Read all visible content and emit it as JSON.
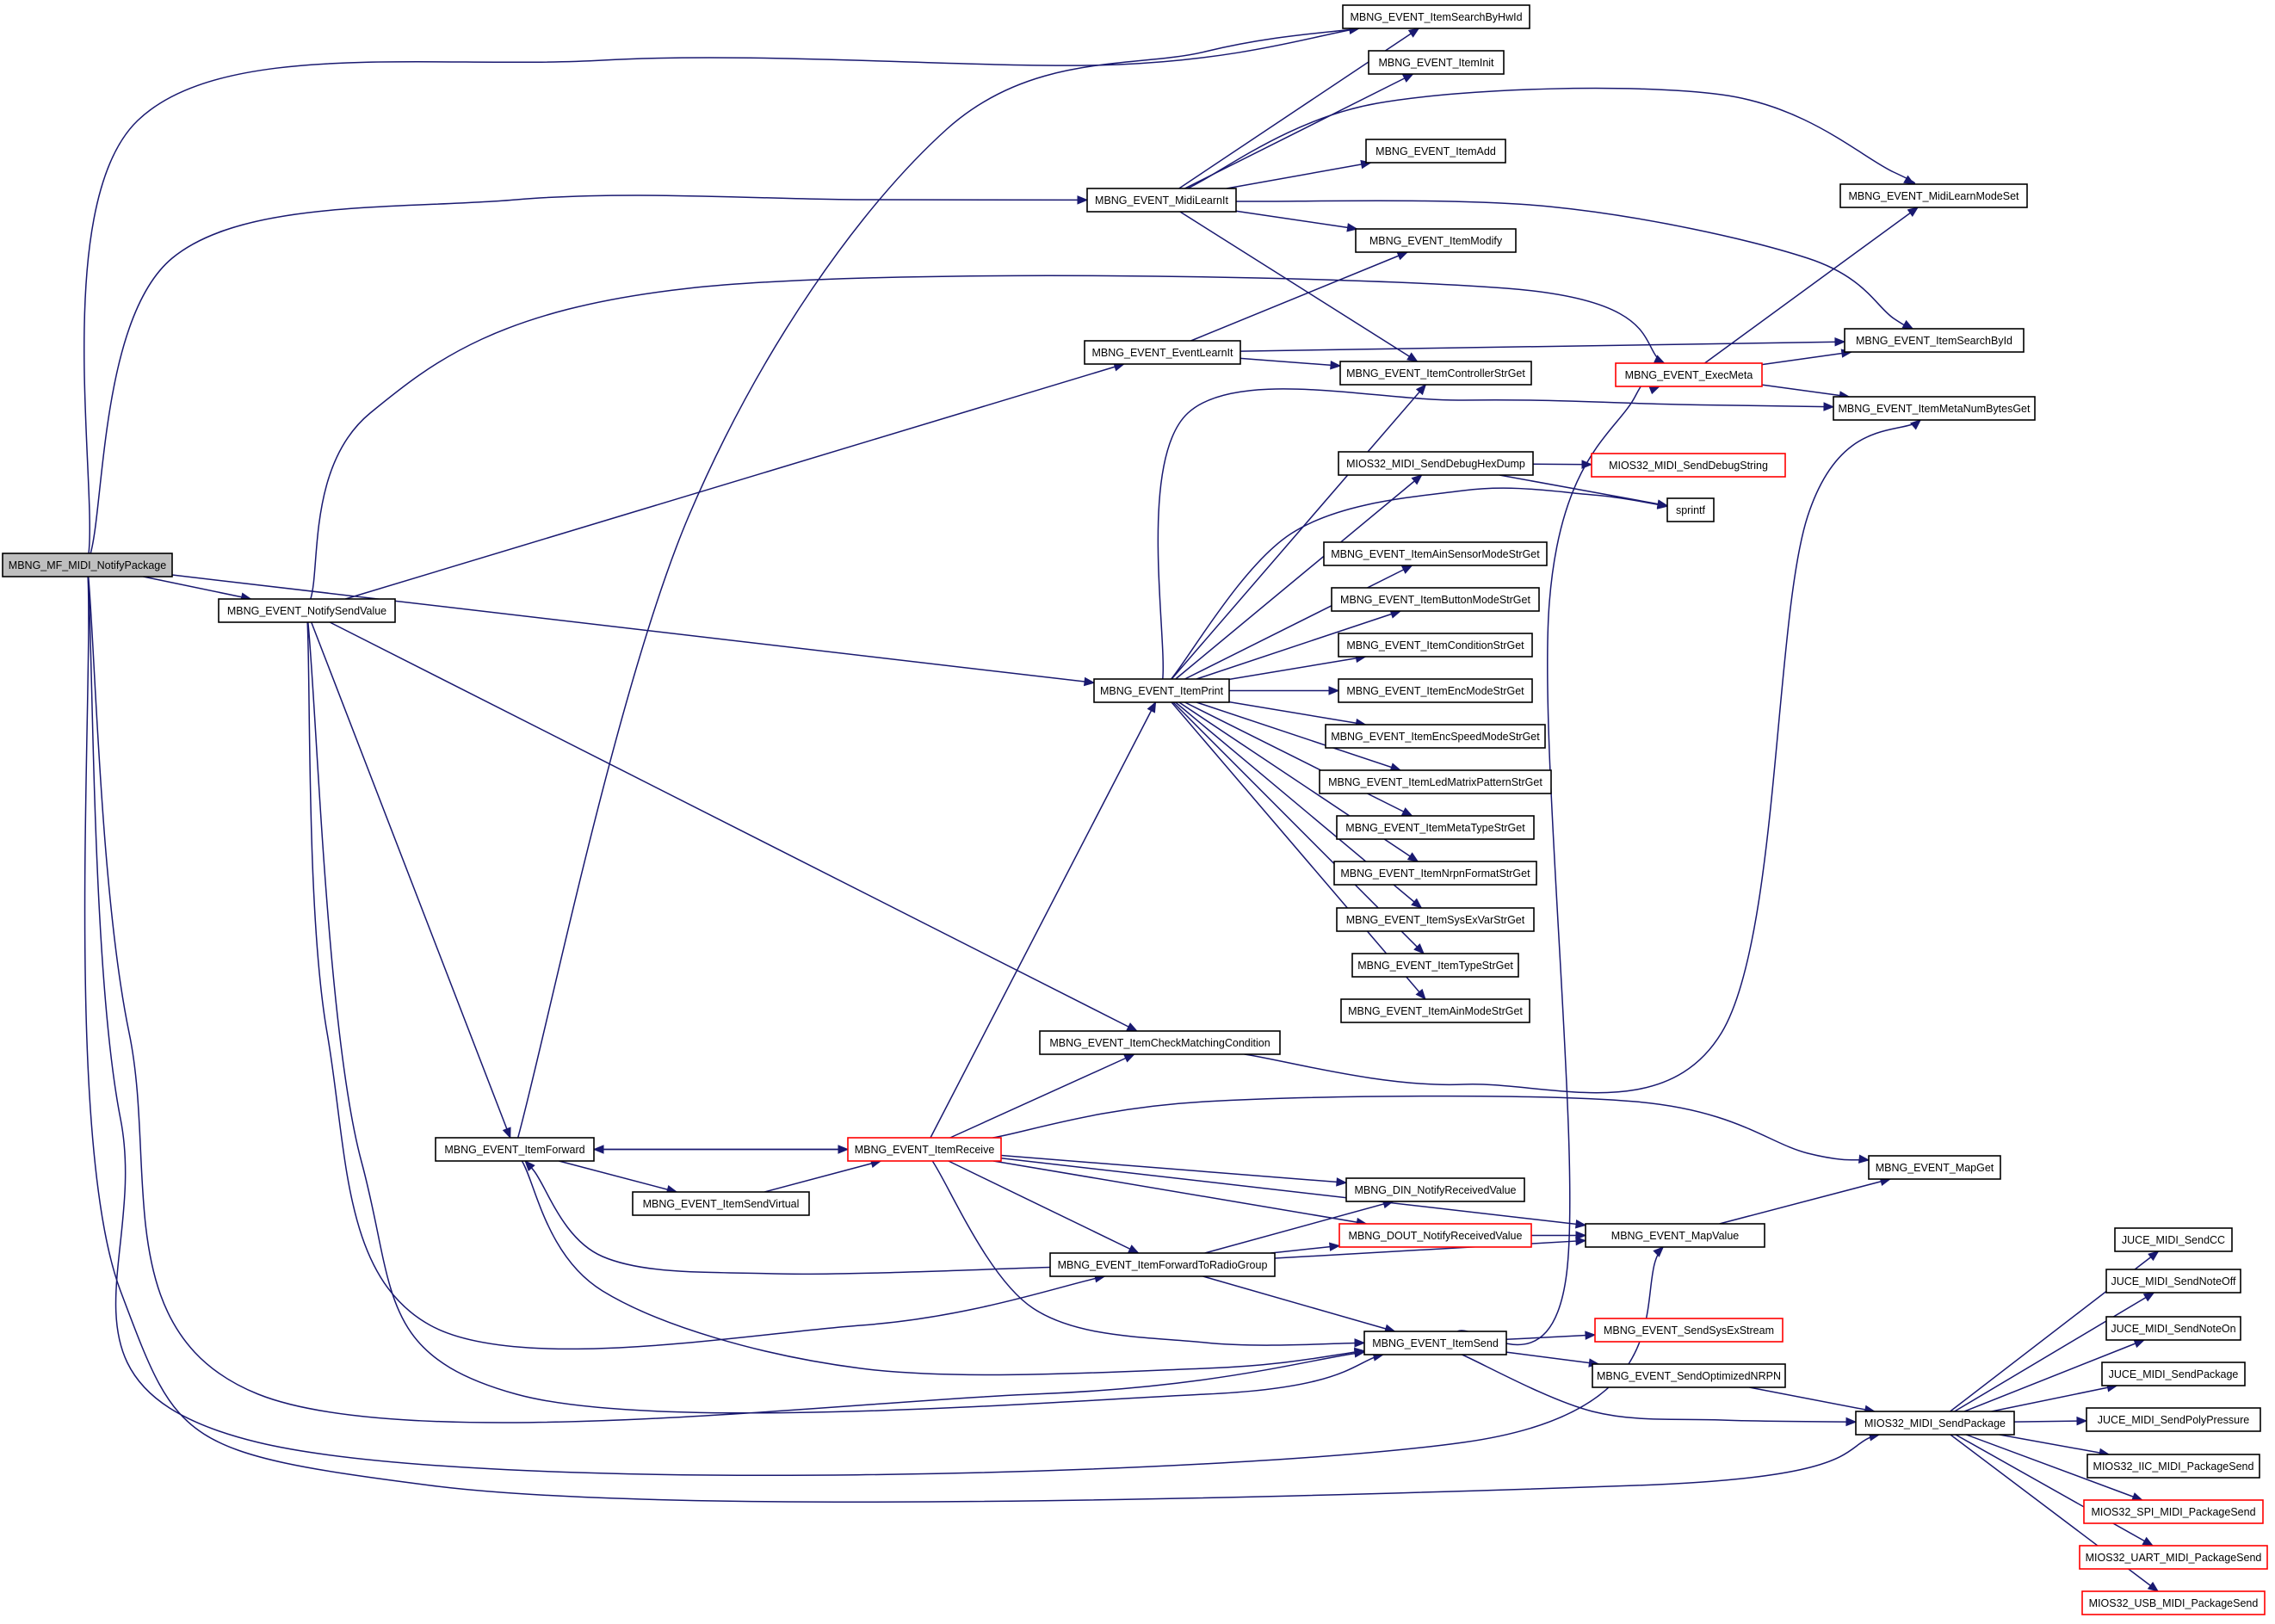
{
  "colors": {
    "edge": "#191970",
    "node_border": "#000000",
    "node_border_truncated": "#ff0000",
    "node_fill": "#ffffff",
    "root_fill": "#bfbfbf"
  },
  "nodes": [
    {
      "id": "mf_notify",
      "label": "MBNG_MF_MIDI_NotifyPackage",
      "kind": "root"
    },
    {
      "id": "notify_send",
      "label": "MBNG_EVENT_NotifySendValue",
      "kind": "normal"
    },
    {
      "id": "item_forward",
      "label": "MBNG_EVENT_ItemForward",
      "kind": "normal"
    },
    {
      "id": "item_send_virtual",
      "label": "MBNG_EVENT_ItemSendVirtual",
      "kind": "normal"
    },
    {
      "id": "item_receive",
      "label": "MBNG_EVENT_ItemReceive",
      "kind": "truncated"
    },
    {
      "id": "check_match",
      "label": "MBNG_EVENT_ItemCheckMatchingCondition",
      "kind": "normal"
    },
    {
      "id": "fwd_radio",
      "label": "MBNG_EVENT_ItemForwardToRadioGroup",
      "kind": "normal"
    },
    {
      "id": "event_learn",
      "label": "MBNG_EVENT_EventLearnIt",
      "kind": "normal"
    },
    {
      "id": "midi_learn",
      "label": "MBNG_EVENT_MidiLearnIt",
      "kind": "normal"
    },
    {
      "id": "item_print",
      "label": "MBNG_EVENT_ItemPrint",
      "kind": "normal"
    },
    {
      "id": "search_hwid",
      "label": "MBNG_EVENT_ItemSearchByHwId",
      "kind": "normal"
    },
    {
      "id": "item_init",
      "label": "MBNG_EVENT_ItemInit",
      "kind": "normal"
    },
    {
      "id": "item_add",
      "label": "MBNG_EVENT_ItemAdd",
      "kind": "normal"
    },
    {
      "id": "item_modify",
      "label": "MBNG_EVENT_ItemModify",
      "kind": "normal"
    },
    {
      "id": "ctrl_str",
      "label": "MBNG_EVENT_ItemControllerStrGet",
      "kind": "normal"
    },
    {
      "id": "hexdump",
      "label": "MIOS32_MIDI_SendDebugHexDump",
      "kind": "normal"
    },
    {
      "id": "ain_sensor",
      "label": "MBNG_EVENT_ItemAinSensorModeStrGet",
      "kind": "normal"
    },
    {
      "id": "button_mode",
      "label": "MBNG_EVENT_ItemButtonModeStrGet",
      "kind": "normal"
    },
    {
      "id": "condition_str",
      "label": "MBNG_EVENT_ItemConditionStrGet",
      "kind": "normal"
    },
    {
      "id": "enc_mode",
      "label": "MBNG_EVENT_ItemEncModeStrGet",
      "kind": "normal"
    },
    {
      "id": "enc_speed",
      "label": "MBNG_EVENT_ItemEncSpeedModeStrGet",
      "kind": "normal"
    },
    {
      "id": "led_matrix",
      "label": "MBNG_EVENT_ItemLedMatrixPatternStrGet",
      "kind": "normal"
    },
    {
      "id": "meta_type",
      "label": "MBNG_EVENT_ItemMetaTypeStrGet",
      "kind": "normal"
    },
    {
      "id": "nrpn_fmt",
      "label": "MBNG_EVENT_ItemNrpnFormatStrGet",
      "kind": "normal"
    },
    {
      "id": "sysex_var",
      "label": "MBNG_EVENT_ItemSysExVarStrGet",
      "kind": "normal"
    },
    {
      "id": "type_str",
      "label": "MBNG_EVENT_ItemTypeStrGet",
      "kind": "normal"
    },
    {
      "id": "ain_mode",
      "label": "MBNG_EVENT_ItemAinModeStrGet",
      "kind": "normal"
    },
    {
      "id": "din_notify",
      "label": "MBNG_DIN_NotifyReceivedValue",
      "kind": "normal"
    },
    {
      "id": "dout_notify",
      "label": "MBNG_DOUT_NotifyReceivedValue",
      "kind": "truncated"
    },
    {
      "id": "item_send",
      "label": "MBNG_EVENT_ItemSend",
      "kind": "normal"
    },
    {
      "id": "exec_meta",
      "label": "MBNG_EVENT_ExecMeta",
      "kind": "truncated"
    },
    {
      "id": "debug_string",
      "label": "MIOS32_MIDI_SendDebugString",
      "kind": "truncated"
    },
    {
      "id": "sprintf",
      "label": "sprintf",
      "kind": "normal"
    },
    {
      "id": "send_sysex",
      "label": "MBNG_EVENT_SendSysExStream",
      "kind": "truncated"
    },
    {
      "id": "send_nrpn",
      "label": "MBNG_EVENT_SendOptimizedNRPN",
      "kind": "normal"
    },
    {
      "id": "map_value",
      "label": "MBNG_EVENT_MapValue",
      "kind": "normal"
    },
    {
      "id": "map_get",
      "label": "MBNG_EVENT_MapGet",
      "kind": "normal"
    },
    {
      "id": "learn_mode_set",
      "label": "MBNG_EVENT_MidiLearnModeSet",
      "kind": "normal"
    },
    {
      "id": "search_id",
      "label": "MBNG_EVENT_ItemSearchById",
      "kind": "normal"
    },
    {
      "id": "meta_bytes",
      "label": "MBNG_EVENT_ItemMetaNumBytesGet",
      "kind": "normal"
    },
    {
      "id": "send_package",
      "label": "MIOS32_MIDI_SendPackage",
      "kind": "normal"
    },
    {
      "id": "juce_cc",
      "label": "JUCE_MIDI_SendCC",
      "kind": "normal"
    },
    {
      "id": "juce_noteoff",
      "label": "JUCE_MIDI_SendNoteOff",
      "kind": "normal"
    },
    {
      "id": "juce_noteon",
      "label": "JUCE_MIDI_SendNoteOn",
      "kind": "normal"
    },
    {
      "id": "juce_package",
      "label": "JUCE_MIDI_SendPackage",
      "kind": "normal"
    },
    {
      "id": "juce_poly",
      "label": "JUCE_MIDI_SendPolyPressure",
      "kind": "normal"
    },
    {
      "id": "iic_send",
      "label": "MIOS32_IIC_MIDI_PackageSend",
      "kind": "normal"
    },
    {
      "id": "spi_send",
      "label": "MIOS32_SPI_MIDI_PackageSend",
      "kind": "truncated"
    },
    {
      "id": "uart_send",
      "label": "MIOS32_UART_MIDI_PackageSend",
      "kind": "truncated"
    },
    {
      "id": "usb_send",
      "label": "MIOS32_USB_MIDI_PackageSend",
      "kind": "truncated"
    }
  ],
  "edges": [
    [
      "mf_notify",
      "search_hwid"
    ],
    [
      "mf_notify",
      "midi_learn"
    ],
    [
      "mf_notify",
      "notify_send"
    ],
    [
      "mf_notify",
      "item_print"
    ],
    [
      "mf_notify",
      "item_send"
    ],
    [
      "mf_notify",
      "map_value"
    ],
    [
      "mf_notify",
      "send_package"
    ],
    [
      "notify_send",
      "exec_meta"
    ],
    [
      "notify_send",
      "event_learn"
    ],
    [
      "notify_send",
      "check_match"
    ],
    [
      "notify_send",
      "item_forward"
    ],
    [
      "notify_send",
      "fwd_radio"
    ],
    [
      "notify_send",
      "item_send"
    ],
    [
      "item_forward",
      "search_hwid"
    ],
    [
      "item_forward",
      "item_receive"
    ],
    [
      "item_forward",
      "item_send_virtual"
    ],
    [
      "item_forward",
      "item_send"
    ],
    [
      "item_send_virtual",
      "item_receive"
    ],
    [
      "item_receive",
      "item_forward"
    ],
    [
      "item_receive",
      "item_print"
    ],
    [
      "item_receive",
      "check_match"
    ],
    [
      "item_receive",
      "map_get"
    ],
    [
      "item_receive",
      "map_value"
    ],
    [
      "item_receive",
      "din_notify"
    ],
    [
      "item_receive",
      "dout_notify"
    ],
    [
      "item_receive",
      "fwd_radio"
    ],
    [
      "item_receive",
      "item_send"
    ],
    [
      "fwd_radio",
      "item_forward"
    ],
    [
      "fwd_radio",
      "din_notify"
    ],
    [
      "fwd_radio",
      "dout_notify"
    ],
    [
      "fwd_radio",
      "map_value"
    ],
    [
      "fwd_radio",
      "item_send"
    ],
    [
      "check_match",
      "meta_bytes"
    ],
    [
      "event_learn",
      "item_modify"
    ],
    [
      "event_learn",
      "search_id"
    ],
    [
      "event_learn",
      "ctrl_str"
    ],
    [
      "midi_learn",
      "search_hwid"
    ],
    [
      "midi_learn",
      "item_init"
    ],
    [
      "midi_learn",
      "item_add"
    ],
    [
      "midi_learn",
      "item_modify"
    ],
    [
      "midi_learn",
      "ctrl_str"
    ],
    [
      "midi_learn",
      "learn_mode_set"
    ],
    [
      "midi_learn",
      "search_id"
    ],
    [
      "item_print",
      "ctrl_str"
    ],
    [
      "item_print",
      "meta_bytes"
    ],
    [
      "item_print",
      "hexdump"
    ],
    [
      "item_print",
      "sprintf"
    ],
    [
      "item_print",
      "ain_sensor"
    ],
    [
      "item_print",
      "button_mode"
    ],
    [
      "item_print",
      "condition_str"
    ],
    [
      "item_print",
      "enc_mode"
    ],
    [
      "item_print",
      "enc_speed"
    ],
    [
      "item_print",
      "led_matrix"
    ],
    [
      "item_print",
      "meta_type"
    ],
    [
      "item_print",
      "nrpn_fmt"
    ],
    [
      "item_print",
      "sysex_var"
    ],
    [
      "item_print",
      "type_str"
    ],
    [
      "item_print",
      "ain_mode"
    ],
    [
      "hexdump",
      "debug_string"
    ],
    [
      "hexdump",
      "sprintf"
    ],
    [
      "dout_notify",
      "map_value"
    ],
    [
      "map_value",
      "map_get"
    ],
    [
      "item_send",
      "exec_meta"
    ],
    [
      "item_send",
      "send_sysex"
    ],
    [
      "item_send",
      "send_nrpn"
    ],
    [
      "item_send",
      "send_package"
    ],
    [
      "send_nrpn",
      "send_package"
    ],
    [
      "exec_meta",
      "learn_mode_set"
    ],
    [
      "exec_meta",
      "search_id"
    ],
    [
      "exec_meta",
      "meta_bytes"
    ],
    [
      "send_package",
      "juce_cc"
    ],
    [
      "send_package",
      "juce_noteoff"
    ],
    [
      "send_package",
      "juce_noteon"
    ],
    [
      "send_package",
      "juce_package"
    ],
    [
      "send_package",
      "juce_poly"
    ],
    [
      "send_package",
      "iic_send"
    ],
    [
      "send_package",
      "spi_send"
    ],
    [
      "send_package",
      "uart_send"
    ],
    [
      "send_package",
      "usb_send"
    ]
  ]
}
